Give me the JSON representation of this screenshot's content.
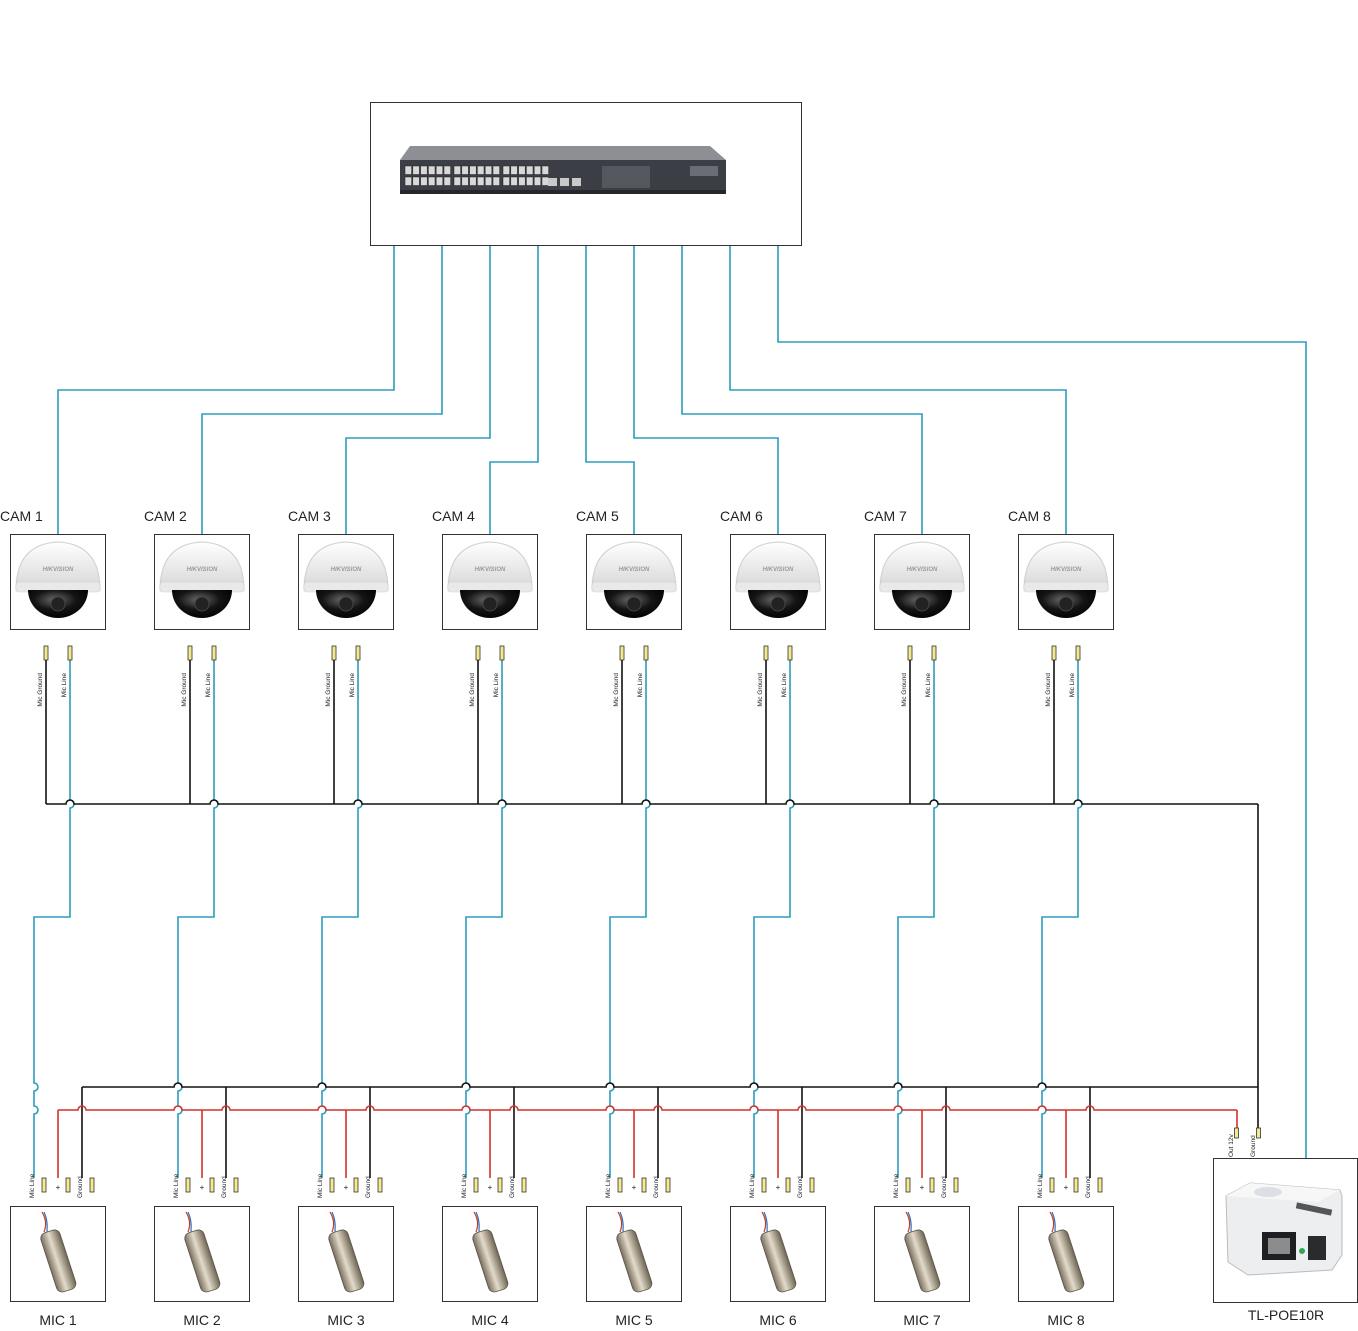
{
  "switch": {
    "name": "network-switch"
  },
  "cameras": [
    {
      "label": "CAM 1",
      "brand": "HIKVISION"
    },
    {
      "label": "CAM 2",
      "brand": "HIKVISION"
    },
    {
      "label": "CAM 3",
      "brand": "HIKVISION"
    },
    {
      "label": "CAM 4",
      "brand": "HIKVISION"
    },
    {
      "label": "CAM 5",
      "brand": "HIKVISION"
    },
    {
      "label": "CAM 6",
      "brand": "HIKVISION"
    },
    {
      "label": "CAM 7",
      "brand": "HIKVISION"
    },
    {
      "label": "CAM 8",
      "brand": "HIKVISION"
    }
  ],
  "camera_pins": {
    "ground": "Mic Ground",
    "line": "Mic Line"
  },
  "mics": [
    {
      "label": "MIC 1"
    },
    {
      "label": "MIC 2"
    },
    {
      "label": "MIC 3"
    },
    {
      "label": "MIC 4"
    },
    {
      "label": "MIC 5"
    },
    {
      "label": "MIC 6"
    },
    {
      "label": "MIC 7"
    },
    {
      "label": "MIC 8"
    }
  ],
  "mic_pins": {
    "line": "Mic Line",
    "plus": "+",
    "ground": "Ground"
  },
  "injector": {
    "label": "TL-POE10R",
    "pins": {
      "out": "Out 12v",
      "ground": "Ground"
    }
  },
  "colors": {
    "ethernet": "#2a9dbd",
    "ground": "#111111",
    "power": "#d0312d",
    "box": "#333333"
  }
}
